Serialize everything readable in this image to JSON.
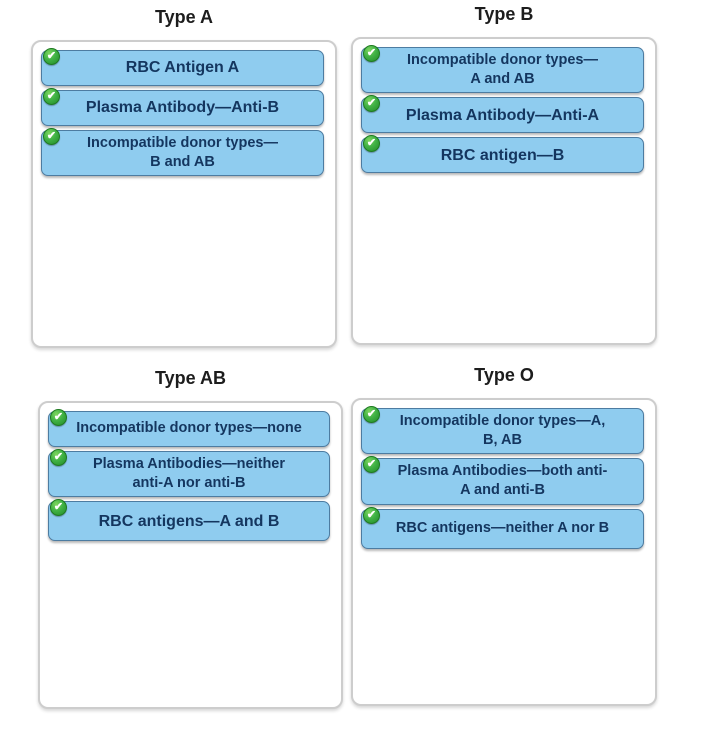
{
  "page": {
    "background": "#ffffff"
  },
  "colors": {
    "item_fill": "#8FCCEF",
    "item_border": "#4D7CA1",
    "item_text": "#14365F",
    "dropzone_border": "#CDCDCD",
    "check_green": "#2F9E38",
    "title_text": "#1D1D1D"
  },
  "icons": {
    "correct_check": "✔"
  },
  "groups": {
    "a": {
      "title": "Type A",
      "items": [
        "RBC Antigen A",
        "Plasma Antibody—Anti-B",
        "Incompatible donor types—B and AB"
      ]
    },
    "b": {
      "title": "Type B",
      "items": [
        "Incompatible donor types—A and AB",
        "Plasma Antibody—Anti-A",
        "RBC antigen—B"
      ]
    },
    "ab": {
      "title": "Type AB",
      "items": [
        "Incompatible donor types—none",
        "Plasma Antibodies—neither anti-A nor anti-B",
        "RBC antigens—A and B"
      ]
    },
    "o": {
      "title": "Type O",
      "items": [
        "Incompatible donor types—A, B, AB",
        "Plasma Antibodies—both anti-A and anti-B",
        "RBC antigens—neither A nor B"
      ]
    }
  }
}
